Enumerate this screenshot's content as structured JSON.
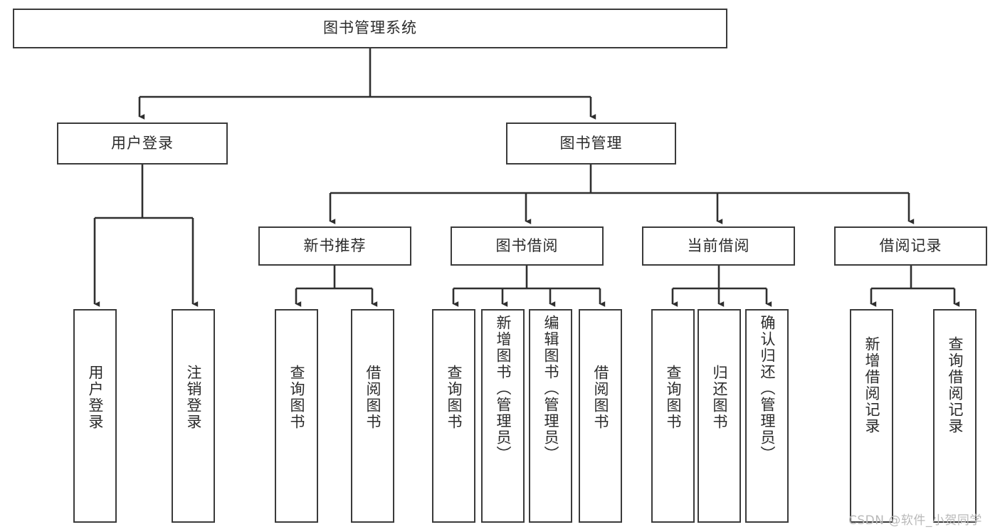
{
  "diagram": {
    "type": "tree-hierarchy-chart",
    "title": "图书管理系统",
    "orientation": "top-down",
    "colors": {
      "box_border": "#3b3b3b",
      "box_fill": "#ffffff",
      "connector": "#2f2f2f",
      "text": "#2b2b2b",
      "watermark": "#b9b9b9",
      "background": "#ffffff"
    },
    "nodes": {
      "root": {
        "label": "图书管理系统",
        "orientation": "horizontal"
      },
      "level1": [
        {
          "id": "user-login",
          "label": "用户登录",
          "orientation": "horizontal"
        },
        {
          "id": "book-management",
          "label": "图书管理",
          "orientation": "horizontal"
        }
      ],
      "level2": [
        {
          "id": "new-book-recommend",
          "label": "新书推荐",
          "orientation": "horizontal",
          "parent": "book-management"
        },
        {
          "id": "book-borrow",
          "label": "图书借阅",
          "orientation": "horizontal",
          "parent": "book-management"
        },
        {
          "id": "current-borrow",
          "label": "当前借阅",
          "orientation": "horizontal",
          "parent": "book-management"
        },
        {
          "id": "borrow-record",
          "label": "借阅记录",
          "orientation": "horizontal",
          "parent": "book-management"
        }
      ],
      "leaves": [
        {
          "id": "leaf-user-login",
          "label": "用户登录",
          "orientation": "vertical",
          "parent": "user-login"
        },
        {
          "id": "leaf-logout",
          "label": "注销登录",
          "orientation": "vertical",
          "parent": "user-login"
        },
        {
          "id": "leaf-query-book-1",
          "label": "查询图书",
          "orientation": "vertical",
          "parent": "new-book-recommend"
        },
        {
          "id": "leaf-borrow-book-1",
          "label": "借阅图书",
          "orientation": "vertical",
          "parent": "new-book-recommend"
        },
        {
          "id": "leaf-query-book-2",
          "label": "查询图书",
          "orientation": "vertical",
          "parent": "book-borrow"
        },
        {
          "id": "leaf-add-book",
          "label": "新增图书（管理员）",
          "orientation": "vertical",
          "parent": "book-borrow"
        },
        {
          "id": "leaf-edit-book",
          "label": "编辑图书（管理员）",
          "orientation": "vertical",
          "parent": "book-borrow"
        },
        {
          "id": "leaf-borrow-book-2",
          "label": "借阅图书",
          "orientation": "vertical",
          "parent": "book-borrow"
        },
        {
          "id": "leaf-query-book-3",
          "label": "查询图书",
          "orientation": "vertical",
          "parent": "current-borrow"
        },
        {
          "id": "leaf-return-book",
          "label": "归还图书",
          "orientation": "vertical",
          "parent": "current-borrow"
        },
        {
          "id": "leaf-confirm-return",
          "label": "确认归还（管理员）",
          "orientation": "vertical",
          "parent": "current-borrow"
        },
        {
          "id": "leaf-add-record",
          "label": "新增借阅记录",
          "orientation": "vertical",
          "parent": "borrow-record"
        },
        {
          "id": "leaf-query-record",
          "label": "查询借阅记录",
          "orientation": "vertical",
          "parent": "borrow-record"
        }
      ]
    },
    "watermark": "CSDN @软件_小贺同学"
  }
}
